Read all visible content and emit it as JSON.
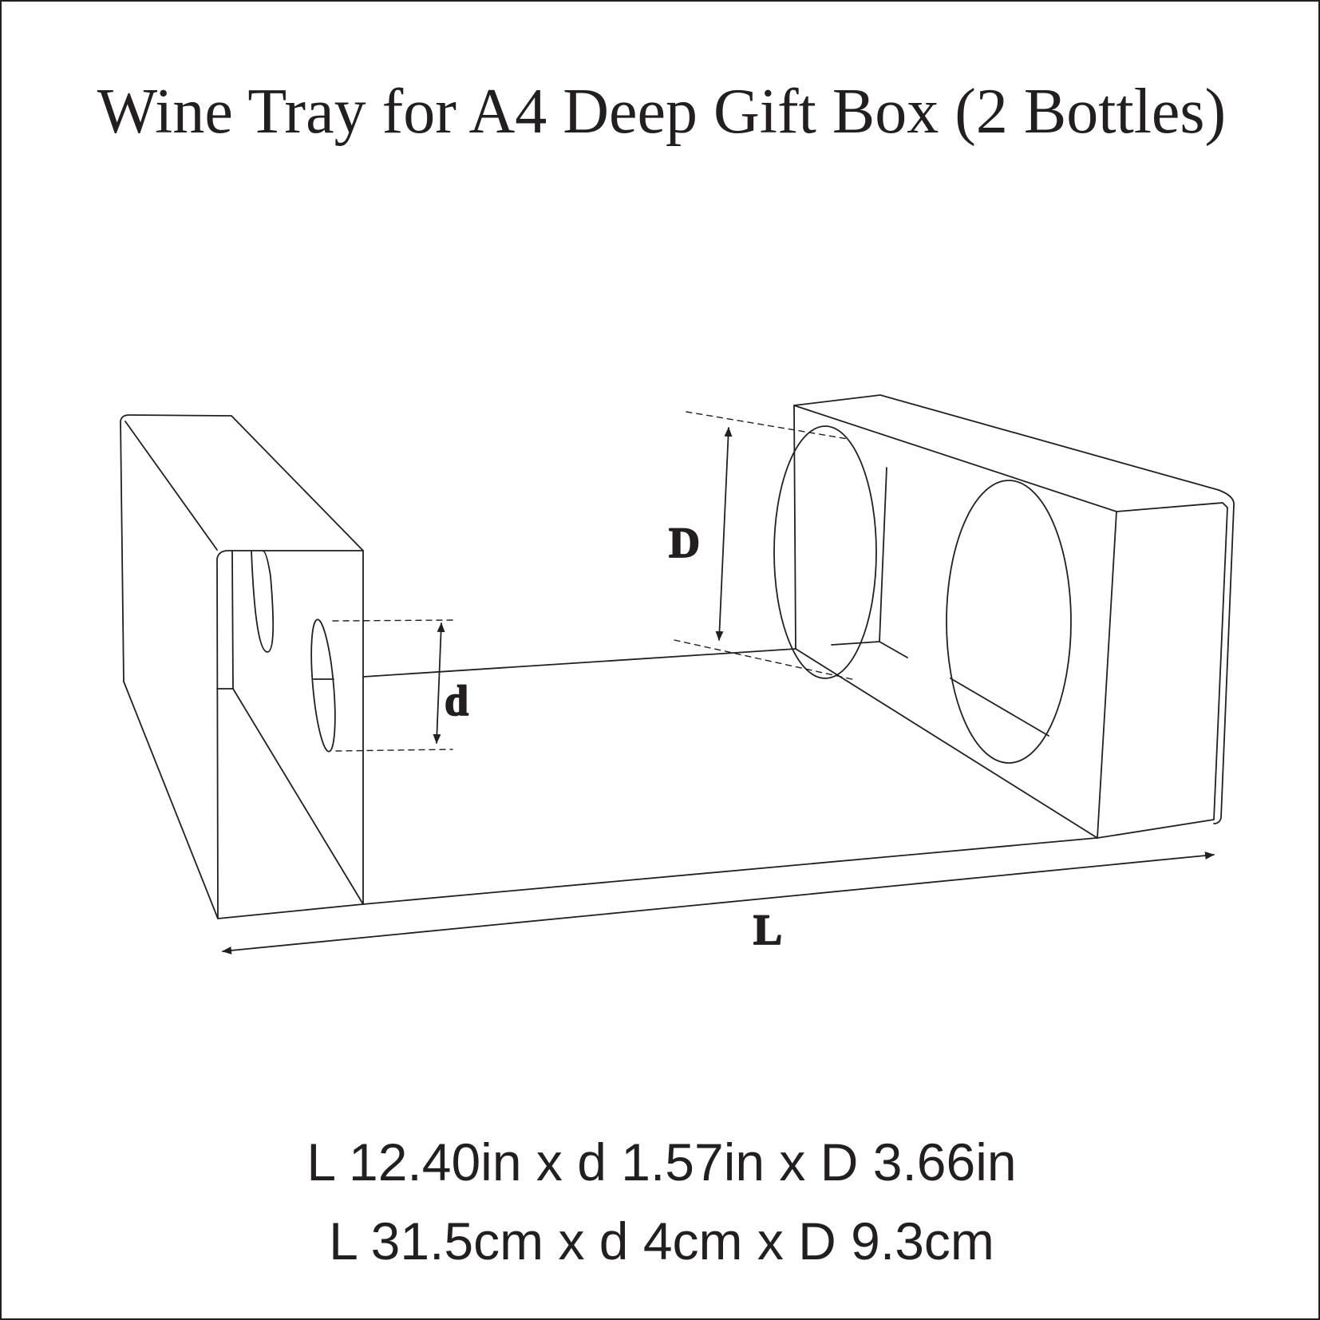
{
  "title": "Wine Tray for A4 Deep Gift Box (2 Bottles)",
  "labels": {
    "length": "L",
    "small_depth": "d",
    "large_depth": "D"
  },
  "dimensions": {
    "imperial": "L 12.40in x d 1.57in x D 3.66in",
    "metric": "L 31.5cm x d 4cm x D 9.3cm"
  },
  "colors": {
    "stroke": "#231f20",
    "background": "#ffffff"
  }
}
